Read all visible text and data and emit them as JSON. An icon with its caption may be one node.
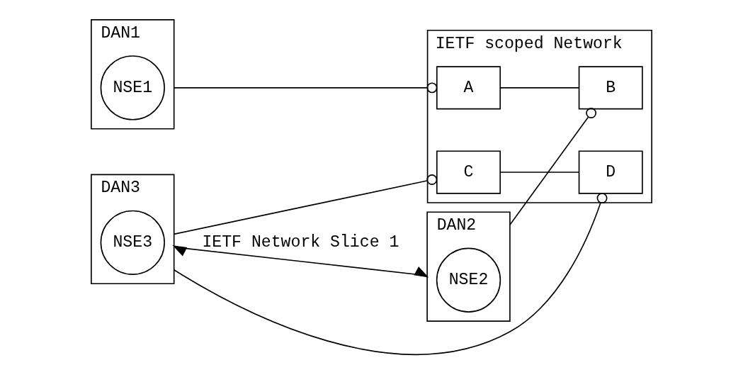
{
  "diagram": {
    "nodes": [
      {
        "text": [
          "IETF scoped Network"
        ]
      },
      {
        "text": [
          "A"
        ],
        "in": 0
      },
      {
        "text": [
          "B"
        ],
        "in": 0
      },
      {
        "text": [
          "C"
        ],
        "in": 0
      },
      {
        "text": [
          "D"
        ],
        "in": 0
      },
      {
        "text": [
          "DAN1"
        ]
      },
      {
        "text": [
          "NSE1"
        ],
        "in": 5
      },
      {
        "text": [
          "DAN2"
        ]
      },
      {
        "text": [
          "NSE2"
        ],
        "in": 7
      },
      {
        "text": [
          "DAN3"
        ]
      },
      {
        "text": [
          "NSE3"
        ],
        "in": 9
      }
    ],
    "edges": [
      {
        "from": 5,
        "to": 1,
        "arrow": "other"
      },
      {
        "from": 7,
        "to": 2,
        "arrow": "other"
      },
      {
        "from": 9,
        "to": 3,
        "arrow": "other"
      },
      {
        "from": 9,
        "to": 4,
        "arrow": "other"
      },
      {
        "from": 1,
        "to": 2,
        "arrow": "none"
      },
      {
        "from": 3,
        "to": 4,
        "arrow": "none"
      },
      {
        "from": 7,
        "to": 9,
        "arrow": "both",
        "label": "IETF Network Slice 1"
      }
    ]
  }
}
